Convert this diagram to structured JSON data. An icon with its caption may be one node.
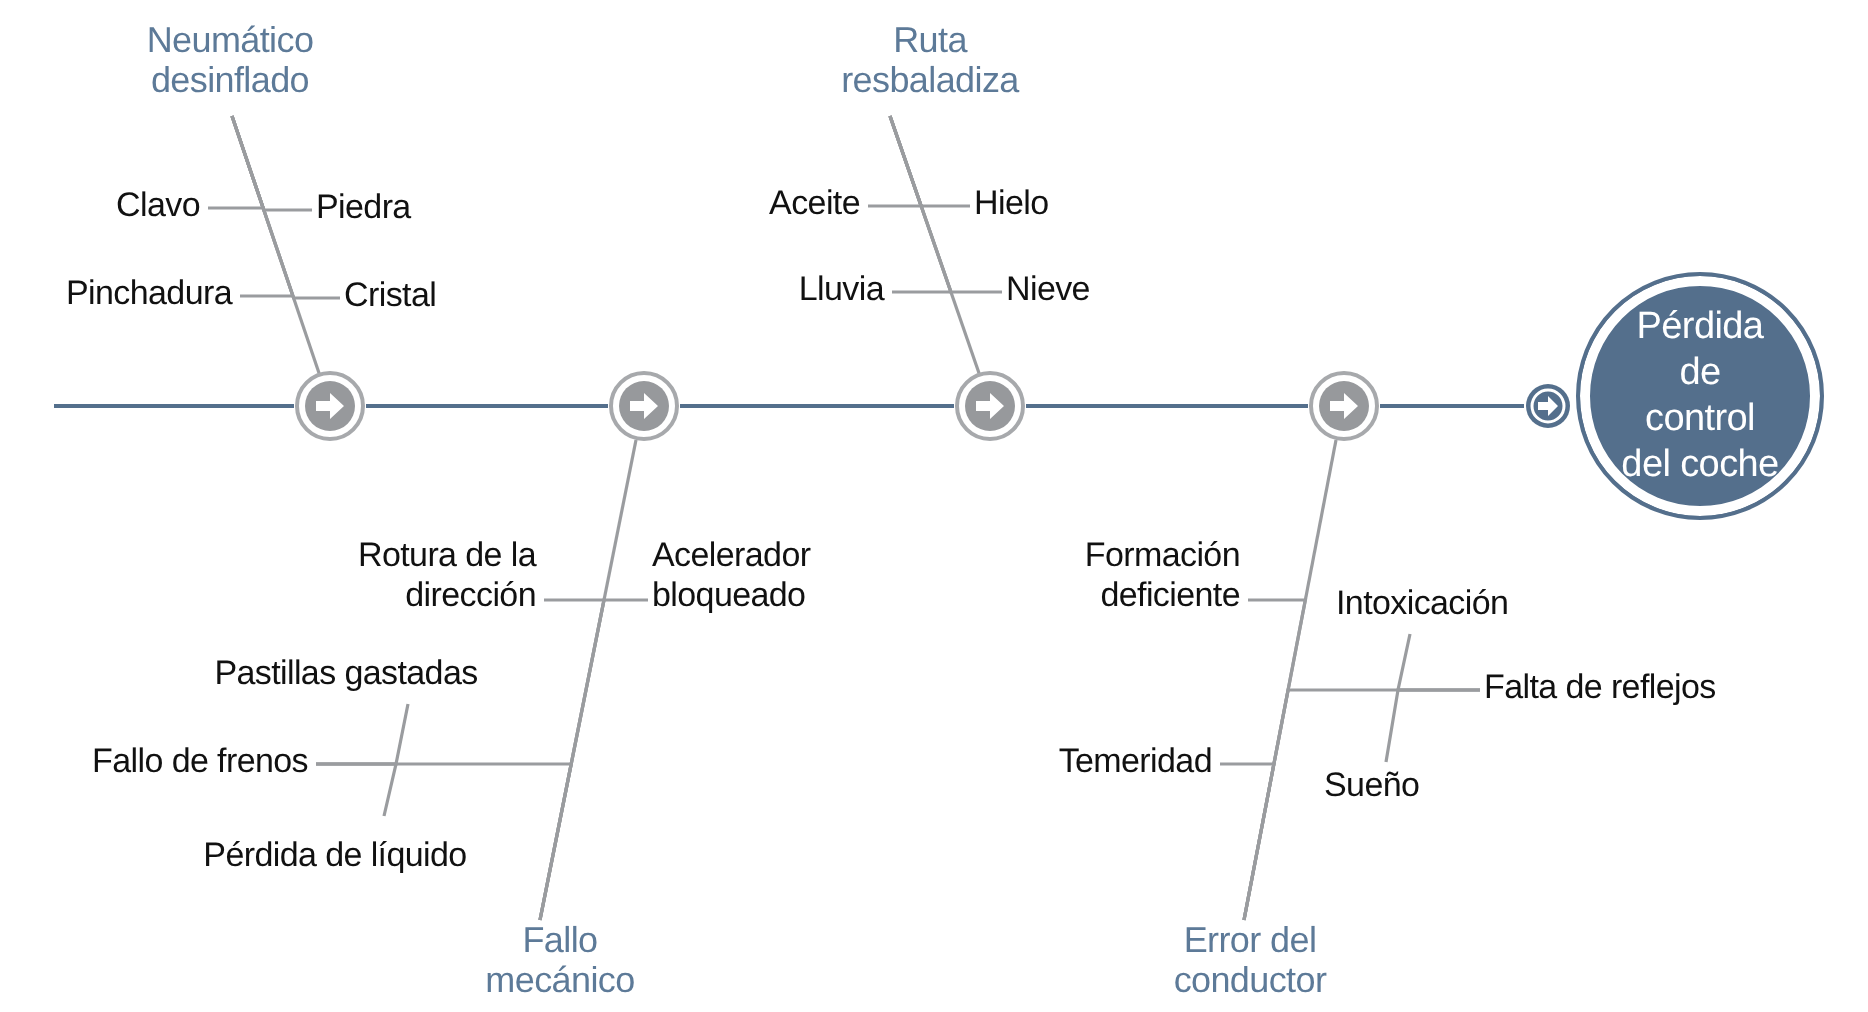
{
  "diagram": {
    "nodes": [
      {
        "text": [
          "Neumático desinflado"
        ]
      },
      {
        "text": [
          "Clavo"
        ]
      },
      {
        "text": [
          "Piedra"
        ]
      },
      {
        "text": [
          "Pinchadura"
        ]
      },
      {
        "text": [
          "Cristal"
        ]
      },
      {
        "text": [
          "Ruta resbaladiza"
        ]
      },
      {
        "text": [
          "Aceite"
        ]
      },
      {
        "text": [
          "Hielo"
        ]
      },
      {
        "text": [
          "Lluvia"
        ]
      },
      {
        "text": [
          "Nieve"
        ]
      },
      {
        "text": [],
        "shape": "circle"
      },
      {
        "text": [],
        "shape": "circle"
      },
      {
        "text": [],
        "shape": "circle"
      },
      {
        "text": [],
        "shape": "circle"
      },
      {
        "text": [
          "Pérdida de control del coche"
        ]
      },
      {
        "text": [
          "Rotura de la dirección"
        ]
      },
      {
        "text": [
          "Acelerador bloqueado"
        ]
      },
      {
        "text": [
          "Pastillas gastadas"
        ]
      },
      {
        "text": [
          "Fallo de frenos"
        ]
      },
      {
        "text": [
          "Pérdida de líquido"
        ]
      },
      {
        "text": [
          "Fallo mecánico"
        ]
      },
      {
        "text": [
          "Formación deficiente"
        ]
      },
      {
        "text": [
          "Intoxicación"
        ]
      },
      {
        "text": [
          "Falta de reflejos"
        ]
      },
      {
        "text": [
          "Temeridad"
        ]
      },
      {
        "text": [
          "Sueño"
        ]
      },
      {
        "text": [
          "Error del conductor"
        ]
      }
    ],
    "edges": [
      {
        "from": null,
        "to": 10,
        "arrow": "none"
      },
      {
        "from": 10,
        "to": 11,
        "arrow": "none"
      },
      {
        "from": 11,
        "to": 12,
        "arrow": "none"
      },
      {
        "from": 12,
        "to": 13,
        "arrow": "none"
      },
      {
        "from": 13,
        "to": 14,
        "arrow": "none"
      },
      {
        "from": 0,
        "to": 10,
        "arrow": "none"
      },
      {
        "from": 5,
        "to": 12,
        "arrow": "none"
      },
      {
        "from": 20,
        "to": 11,
        "arrow": "none"
      },
      {
        "from": 26,
        "to": 13,
        "arrow": "none"
      },
      {
        "from": 1,
        "to": 0,
        "arrow": "none"
      },
      {
        "from": 2,
        "to": 0,
        "arrow": "none"
      },
      {
        "from": 3,
        "to": 0,
        "arrow": "none"
      },
      {
        "from": 4,
        "to": 0,
        "arrow": "none"
      },
      {
        "from": 6,
        "to": 5,
        "arrow": "none"
      },
      {
        "from": 7,
        "to": 5,
        "arrow": "none"
      },
      {
        "from": 8,
        "to": 5,
        "arrow": "none"
      },
      {
        "from": 9,
        "to": 5,
        "arrow": "none"
      },
      {
        "from": 15,
        "to": 20,
        "arrow": "none"
      },
      {
        "from": 16,
        "to": 20,
        "arrow": "none"
      },
      {
        "from": 18,
        "to": 20,
        "arrow": "none"
      },
      {
        "from": 17,
        "to": 18,
        "arrow": "none"
      },
      {
        "from": 19,
        "to": 18,
        "arrow": "none"
      },
      {
        "from": 21,
        "to": 26,
        "arrow": "none"
      },
      {
        "from": 23,
        "to": 26,
        "arrow": "none"
      },
      {
        "from": 24,
        "to": 26,
        "arrow": "none"
      },
      {
        "from": 22,
        "to": 23,
        "arrow": "none"
      },
      {
        "from": 25,
        "to": 23,
        "arrow": "none"
      }
    ]
  }
}
